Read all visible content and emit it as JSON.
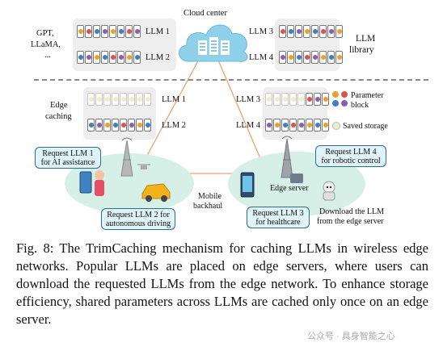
{
  "cloud": {
    "label": "Cloud center"
  },
  "library": {
    "left_label_1": "GPT,",
    "left_label_2": "LLaMA,",
    "left_label_3": "...",
    "right_label_1": "LLM",
    "right_label_2": "library",
    "llm1": "LLM 1",
    "llm2": "LLM 2",
    "llm3": "LLM 3",
    "llm4": "LLM 4"
  },
  "edge": {
    "label_1": "Edge",
    "label_2": "caching",
    "llm1": "LLM 1",
    "llm2": "LLM 2",
    "llm3": "LLM 3",
    "llm4": "LLM 4"
  },
  "legend": {
    "param_1": "Parameter",
    "param_2": "block",
    "saved": "Saved storage",
    "colors": [
      "#e8a12a",
      "#d9534f",
      "#3f7fbf",
      "#8a5fb0"
    ]
  },
  "callouts": {
    "ai_1": "Request LLM 1",
    "ai_2": "for AI assistance",
    "auto_1": "Request LLM 2 for",
    "auto_2": "autonomous driving",
    "robot_1": "Request LLM 4",
    "robot_2": "for robotic control",
    "health_1": "Request LLM 3",
    "health_2": "for healthcare"
  },
  "labels": {
    "mobile_1": "Mobile",
    "mobile_2": "backhaul",
    "edge_server": "Edge server",
    "download_1": "Download the LLM",
    "download_2": "from the edge server"
  },
  "caption": "Fig. 8: The TrimCaching mechanism for caching LLMs in wireless edge networks. Popular LLMs are placed on edge servers, where users can download the requested LLMs from the edge network. To enhance storage efficiency, shared parameters across LLMs are cached only once on an edge server.",
  "watermark": "公众号 · 具身智能之心"
}
